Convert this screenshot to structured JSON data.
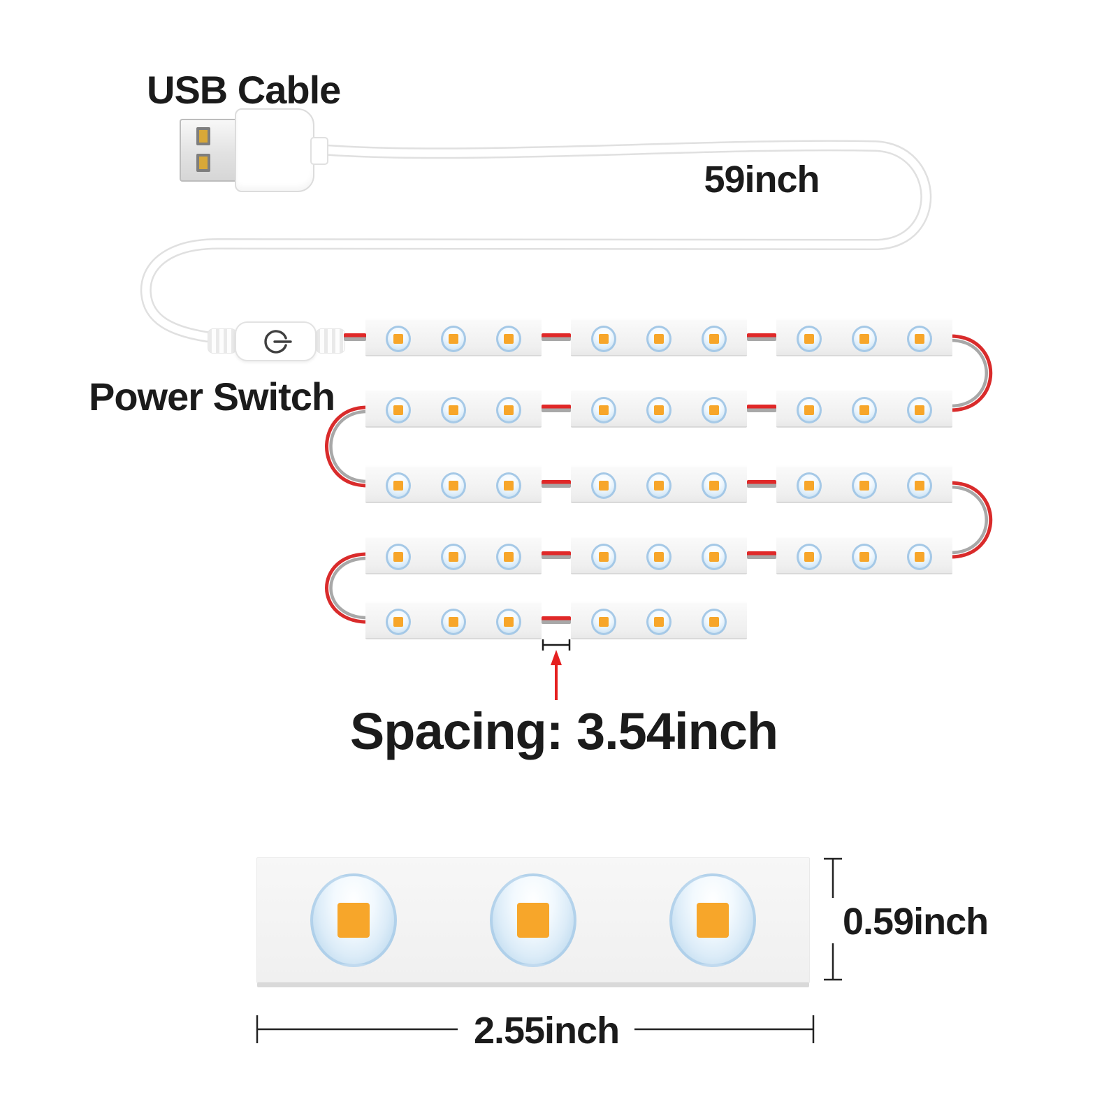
{
  "labels": {
    "usb_cable": "USB Cable",
    "cable_length": "59inch",
    "power_switch": "Power Switch",
    "spacing": "Spacing: 3.54inch",
    "module_height": "0.59inch",
    "module_width": "2.55inch"
  },
  "strip": {
    "rows": [
      {
        "modules": 3
      },
      {
        "modules": 3
      },
      {
        "modules": 3
      },
      {
        "modules": 3
      },
      {
        "modules": 2
      }
    ],
    "leds_per_module": 3,
    "enlarged_module_leds": 3
  },
  "icons": {
    "power_icon": "power-symbol",
    "usb_plug": "usb-a-connector"
  },
  "colors": {
    "page_bg": "#ffffff",
    "text": "#1b1b1b",
    "led_chip": "#f7a62a",
    "led_ring": "#b9d6ec",
    "wire_red": "#e02828",
    "wire_gray": "#a8a8a8",
    "cable_outline": "#e0e0e0",
    "cable_fill": "#ffffff",
    "arrow_red": "#e52020",
    "dimension_line": "#222222",
    "module_body": "#f1f1f1"
  }
}
